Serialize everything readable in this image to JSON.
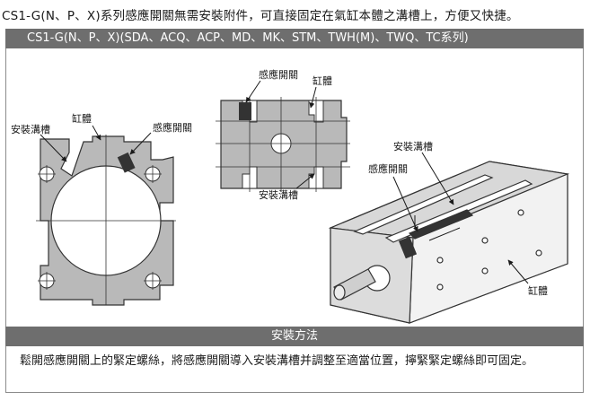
{
  "intro": "CS1-G(N、P、X)系列感應開關無需安裝附件，可直接固定在氣缸本體之溝槽上，方便又快捷。",
  "header": "CS1-G(N、P、X)(SDA、ACQ、ACP、MD、MK、STM、TWH(M)、TWQ、TC系列)",
  "fig1": {
    "slot": "安裝溝槽",
    "body": "缸體",
    "switch": "感應開關"
  },
  "fig2": {
    "switch": "感應開關",
    "body": "缸體",
    "slot": "安裝溝槽"
  },
  "fig3": {
    "slot": "安裝溝槽",
    "switch": "感應開關",
    "body": "缸體"
  },
  "section_title": "安裝方法",
  "description": "鬆開感應開關上的緊定螺絲，將感應開關導入安裝溝槽并調整至適當位置，擰緊緊定螺絲即可固定。",
  "colors": {
    "header_bg": "#6e6e6e",
    "part_fill": "#b9b9b9",
    "frame": "#8c8c8c"
  }
}
